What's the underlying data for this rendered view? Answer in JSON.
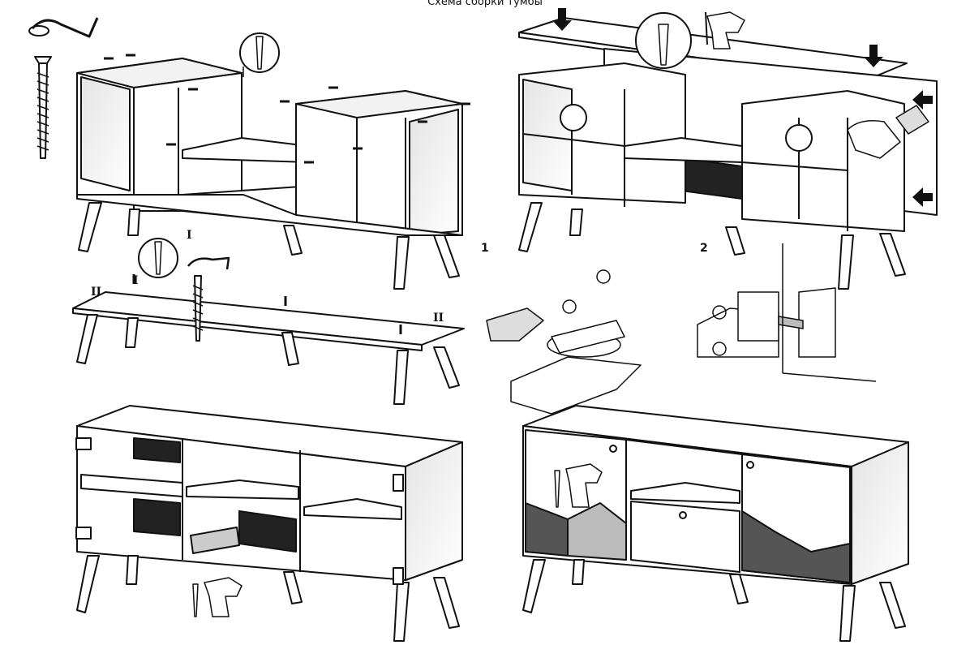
{
  "title": "Схема сборки тумбы",
  "steps": [
    "1",
    "2"
  ],
  "roman_marks": [
    "I",
    "I",
    "II",
    "II"
  ]
}
